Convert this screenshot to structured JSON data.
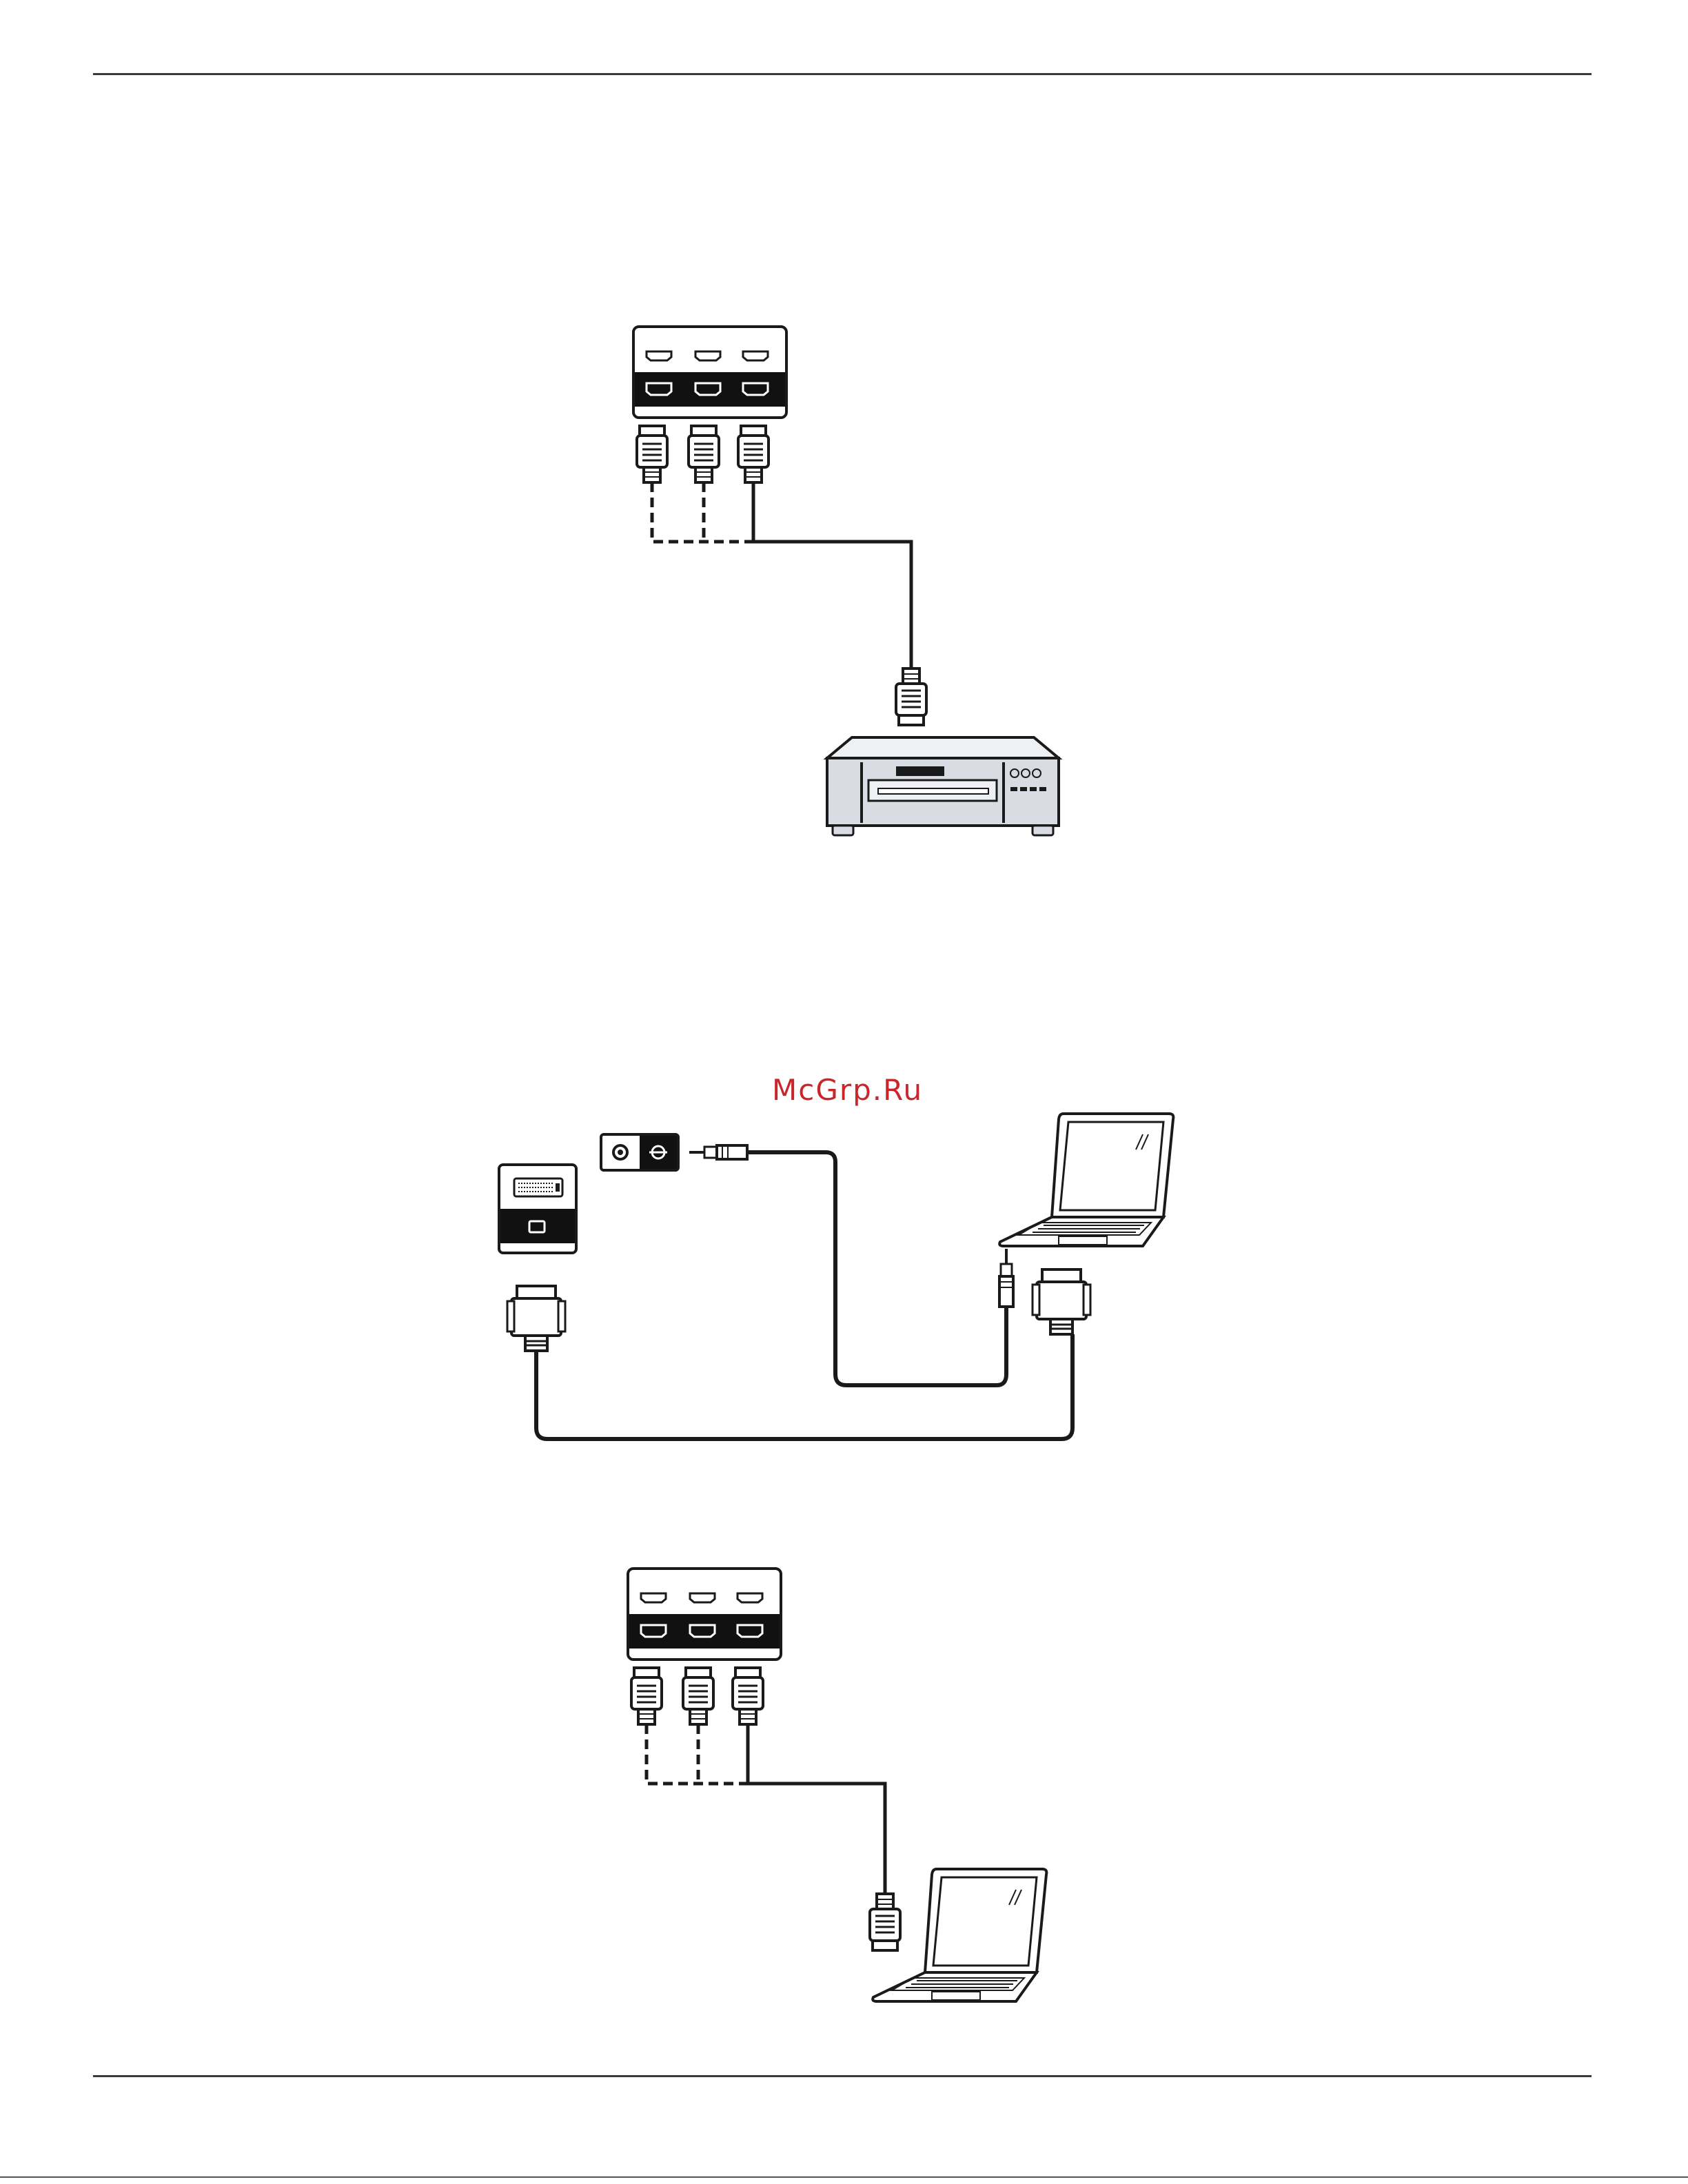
{
  "watermark": {
    "text": "McGrp.Ru",
    "color": "#c8262b"
  },
  "colors": {
    "line": "#1a1a1a",
    "panel_dark": "#111111",
    "device_silver": "#d9dce3"
  },
  "diagrams": [
    {
      "id": "hdmi-av-equipment",
      "panel_icon": "hdmi-ports-panel-icon",
      "port_count": 3,
      "source_icon": "dvd-player-icon",
      "cable_icon": "hdmi-cable-icon"
    },
    {
      "id": "dvi-audio-pc",
      "panel_icons": [
        "dvi-port-panel-icon",
        "audio-in-jack-icon"
      ],
      "source_icon": "laptop-icon",
      "cable_icons": [
        "dvi-cable-icon",
        "audio-cable-icon"
      ]
    },
    {
      "id": "hdmi-pc",
      "panel_icon": "hdmi-ports-panel-icon",
      "port_count": 3,
      "source_icon": "laptop-icon",
      "cable_icon": "hdmi-cable-icon"
    }
  ]
}
